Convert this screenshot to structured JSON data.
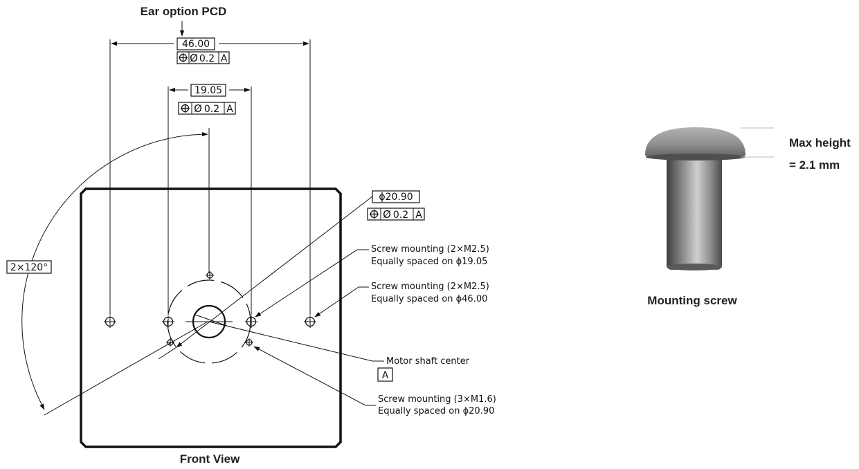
{
  "front_view": {
    "ear_option_title": "Ear option PCD",
    "caption": "Front View",
    "dim_outer": "46.00",
    "dim_inner": "19.05",
    "dim_hole": "ϕ20.90",
    "tolerance": {
      "diameter_symbol": "Ø",
      "value": "0.2",
      "datum": "A"
    },
    "angle_label": "2×120°",
    "callouts": {
      "inner_screws": {
        "line1": "Screw mounting (2×M2.5)",
        "line2": "Equally spaced on ϕ19.05"
      },
      "outer_screws": {
        "line1": "Screw mounting (2×M2.5)",
        "line2": "Equally spaced on ϕ46.00"
      },
      "shaft": {
        "label": "Motor shaft center",
        "datum": "A"
      },
      "small_screws": {
        "line1": "Screw mounting (3×M1.6)",
        "line2": "Equally spaced on ϕ20.90"
      }
    }
  },
  "screw": {
    "caption": "Mounting screw",
    "height_line1": "Max height",
    "height_line2": "= 2.1 mm"
  },
  "icons": [
    "position-tolerance-icon",
    "crosshair-hole-icon",
    "arrow-icon"
  ]
}
